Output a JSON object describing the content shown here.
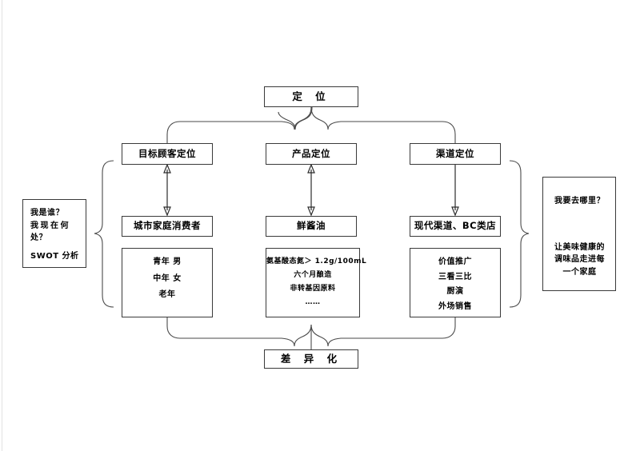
{
  "diagram": {
    "title_box": {
      "label": "定  位"
    },
    "bottom_box": {
      "label": "差  异  化"
    },
    "columns": [
      {
        "category": "目标顾客定位",
        "subject": "城市家庭消费者",
        "details": [
          "青年    男",
          "中年    女",
          "老年"
        ],
        "arrow": "double-headed-vertical-arrow"
      },
      {
        "category": "产品定位",
        "subject": "鲜酱油",
        "details": [
          "氨基酸态氮＞ 1.2g/100mL",
          "六个月酿造",
          "非转基因原料",
          "……"
        ],
        "arrow": "double-headed-vertical-arrow"
      },
      {
        "category": "渠道定位",
        "subject": "现代渠道、BC类店",
        "details": [
          "价值推广",
          "三看三比",
          "厨演",
          "外场销售"
        ],
        "arrow": "down-arrow"
      }
    ],
    "left_note": {
      "lines": [
        "我是谁？",
        "我现在何",
        "处？"
      ],
      "footer": "SWOT 分析"
    },
    "right_note": {
      "question": "我要去哪里？",
      "arrow": "down-arrow",
      "answer_lines": [
        "让美味健康的",
        "调味品走进每",
        "一个家庭"
      ]
    },
    "connectors": {
      "top_brace": "brace-fan-down",
      "bottom_brace": "brace-fan-up",
      "left_brace": "curly-brace-left",
      "right_brace": "curly-brace-right"
    },
    "colors": {
      "stroke": "#4a4a4a",
      "text": "#000000",
      "background": "#ffffff"
    }
  }
}
